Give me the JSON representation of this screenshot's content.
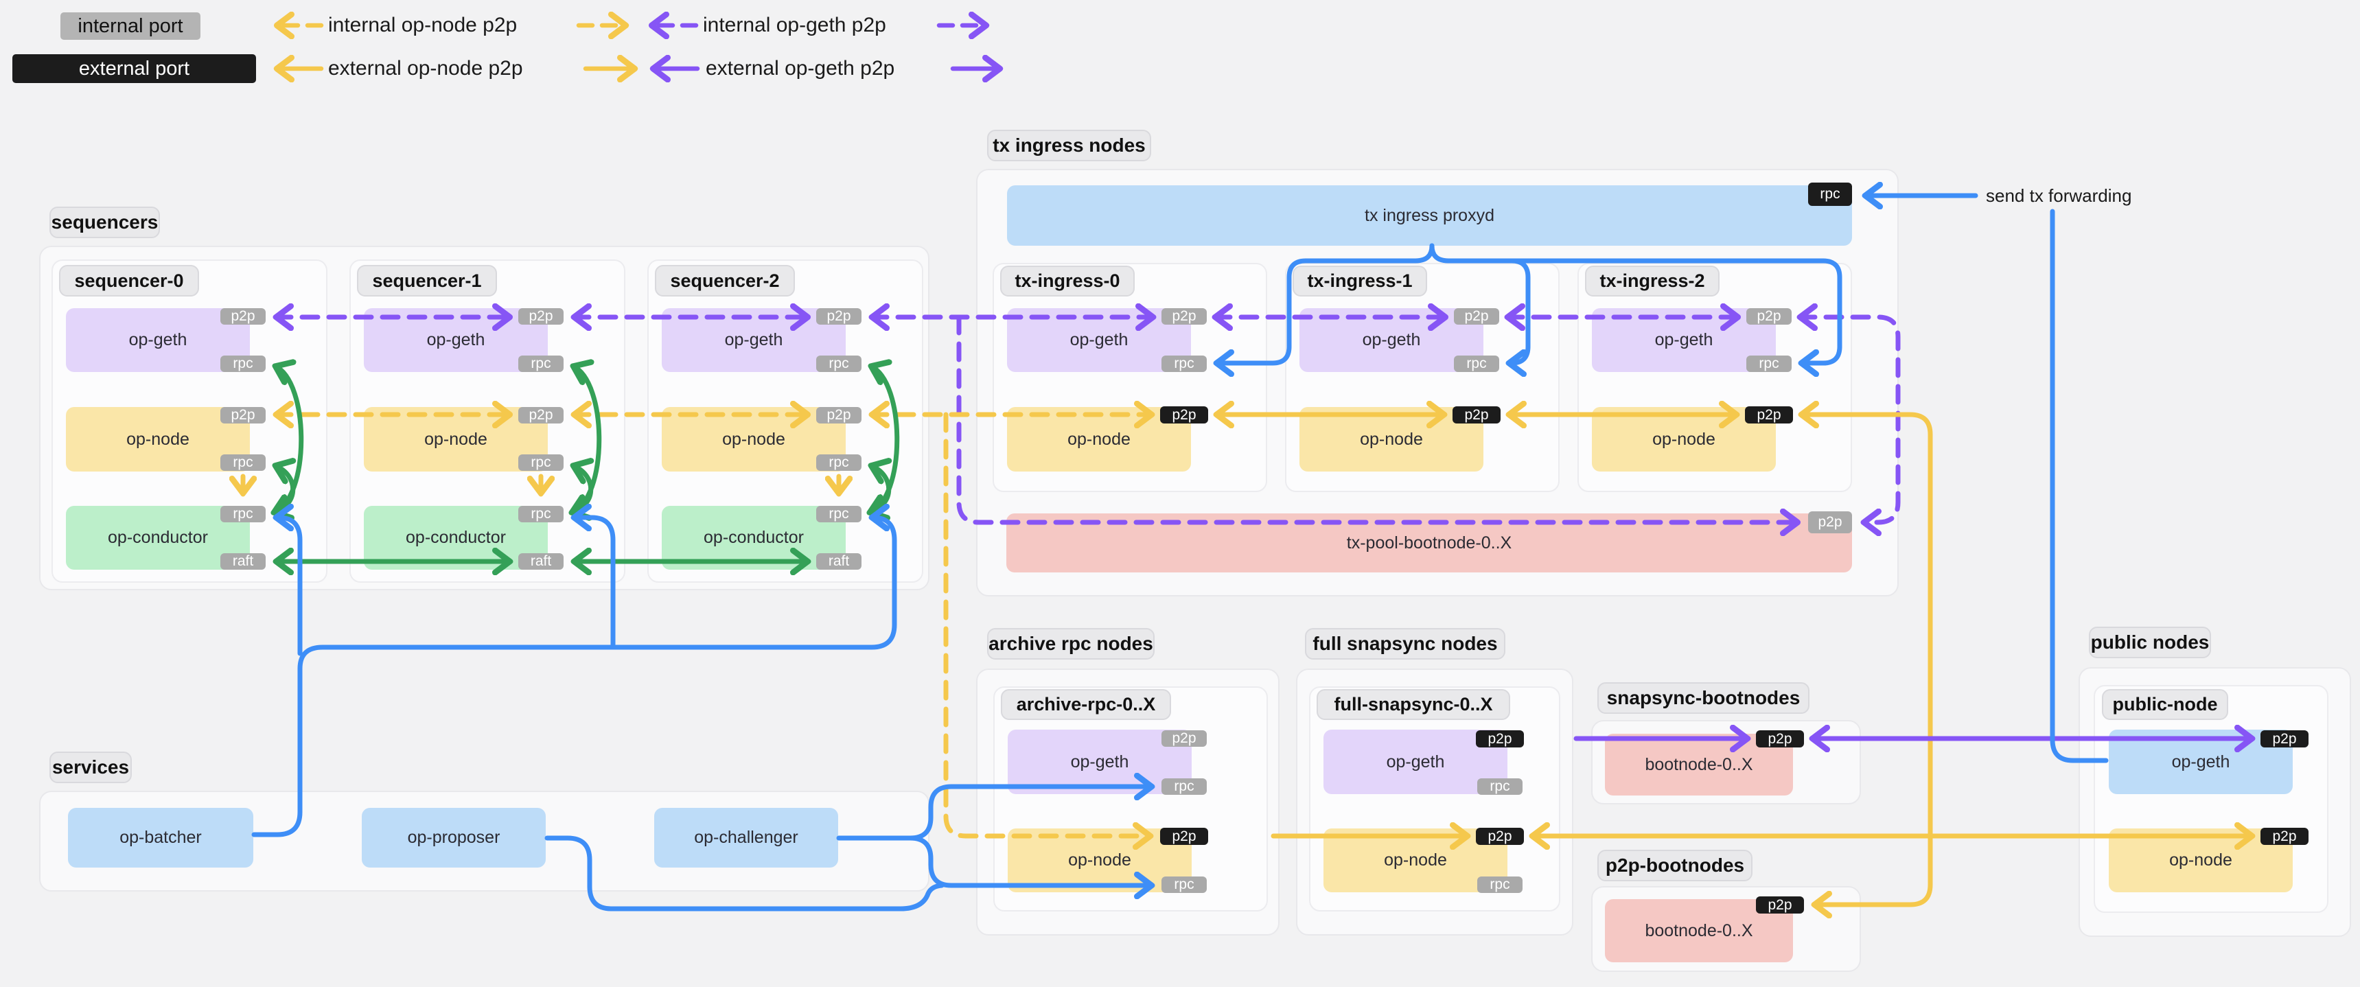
{
  "colors": {
    "op_node_p2p_yellow": "#f5c84c",
    "op_geth_p2p_purple": "#8655f5",
    "rpc_blue": "#3e8ef7",
    "conductor_green": "#34a057",
    "box_purple": "#e3d5fa",
    "box_yellow": "#fae6a8",
    "box_green": "#bcefca",
    "box_blue": "#bddcf8",
    "box_pink": "#f5c8c4",
    "badge_gray": "#a9a9a9",
    "badge_black": "#1c1c1c"
  },
  "legend": {
    "internal_port": "internal port",
    "external_port": "external port",
    "internal_op_node": "internal op-node p2p",
    "internal_op_geth": "internal op-geth p2p",
    "external_op_node": "external op-node p2p",
    "external_op_geth": "external op-geth p2p"
  },
  "annotations": {
    "send_tx_forwarding": "send tx forwarding"
  },
  "ports": {
    "p2p": "p2p",
    "rpc": "rpc",
    "raft": "raft"
  },
  "components": {
    "op_geth": "op-geth",
    "op_node": "op-node",
    "op_conductor": "op-conductor"
  },
  "sections": {
    "sequencers": {
      "label": "sequencers",
      "nodes": [
        {
          "label": "sequencer-0"
        },
        {
          "label": "sequencer-1"
        },
        {
          "label": "sequencer-2"
        }
      ]
    },
    "services": {
      "label": "services",
      "items": [
        {
          "label": "op-batcher"
        },
        {
          "label": "op-proposer"
        },
        {
          "label": "op-challenger"
        }
      ]
    },
    "tx_ingress": {
      "label": "tx ingress nodes",
      "proxyd": "tx ingress proxyd",
      "nodes": [
        {
          "label": "tx-ingress-0"
        },
        {
          "label": "tx-ingress-1"
        },
        {
          "label": "tx-ingress-2"
        }
      ],
      "txpool": "tx-pool-bootnode-0..X"
    },
    "archive": {
      "label": "archive rpc nodes",
      "node": "archive-rpc-0..X"
    },
    "full_snapsync": {
      "label": "full snapsync nodes",
      "node": "full-snapsync-0..X"
    },
    "snapsync_bootnodes": {
      "label": "snapsync-bootnodes",
      "node": "bootnode-0..X"
    },
    "p2p_bootnodes": {
      "label": "p2p-bootnodes",
      "node": "bootnode-0..X"
    },
    "public": {
      "label": "public nodes",
      "node": "public-node"
    }
  }
}
